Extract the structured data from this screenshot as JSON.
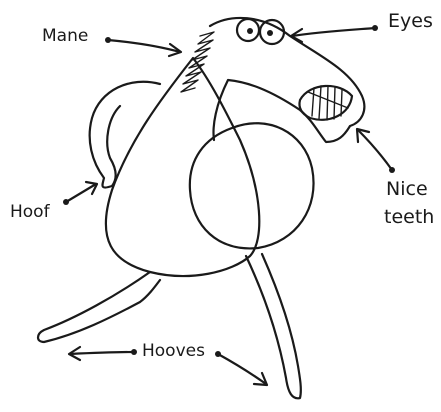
{
  "labels": {
    "mane": "Mane",
    "eyes": "Eyes",
    "hoof": "Hoof",
    "nice": "Nice",
    "teeth": "teeth",
    "hooves": "Hooves"
  },
  "colors": {
    "ink": "#1a1a1a",
    "background": "#ffffff"
  }
}
